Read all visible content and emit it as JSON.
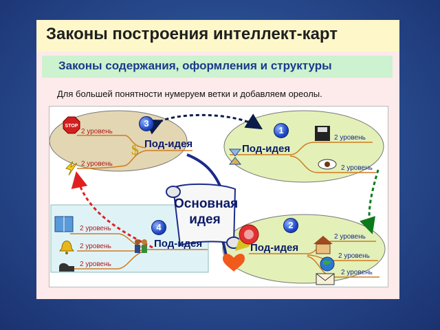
{
  "title": "Законы построения интеллект-карт",
  "subtitle": "Законы содержания, оформления и структуры",
  "note": "Для большей понятности нумеруем ветки и добавляем ореолы.",
  "diagram": {
    "main_idea_line1": "Основная",
    "main_idea_line2": "идея",
    "branches": [
      {
        "number": "1",
        "subidea": "Под-идея",
        "levels": [
          "2 уровень",
          "2 уровень"
        ]
      },
      {
        "number": "2",
        "subidea": "Под-идея",
        "levels": [
          "2 уровень",
          "2 уровень",
          "2 уровень"
        ]
      },
      {
        "number": "3",
        "subidea": "Под-идея",
        "levels": [
          "2 уровень",
          "2 уровень"
        ]
      },
      {
        "number": "4",
        "subidea": "Под-идея",
        "levels": [
          "2 уровень",
          "2 уровень",
          "2 уровень"
        ]
      }
    ],
    "stop_sign_text": "STOP"
  }
}
